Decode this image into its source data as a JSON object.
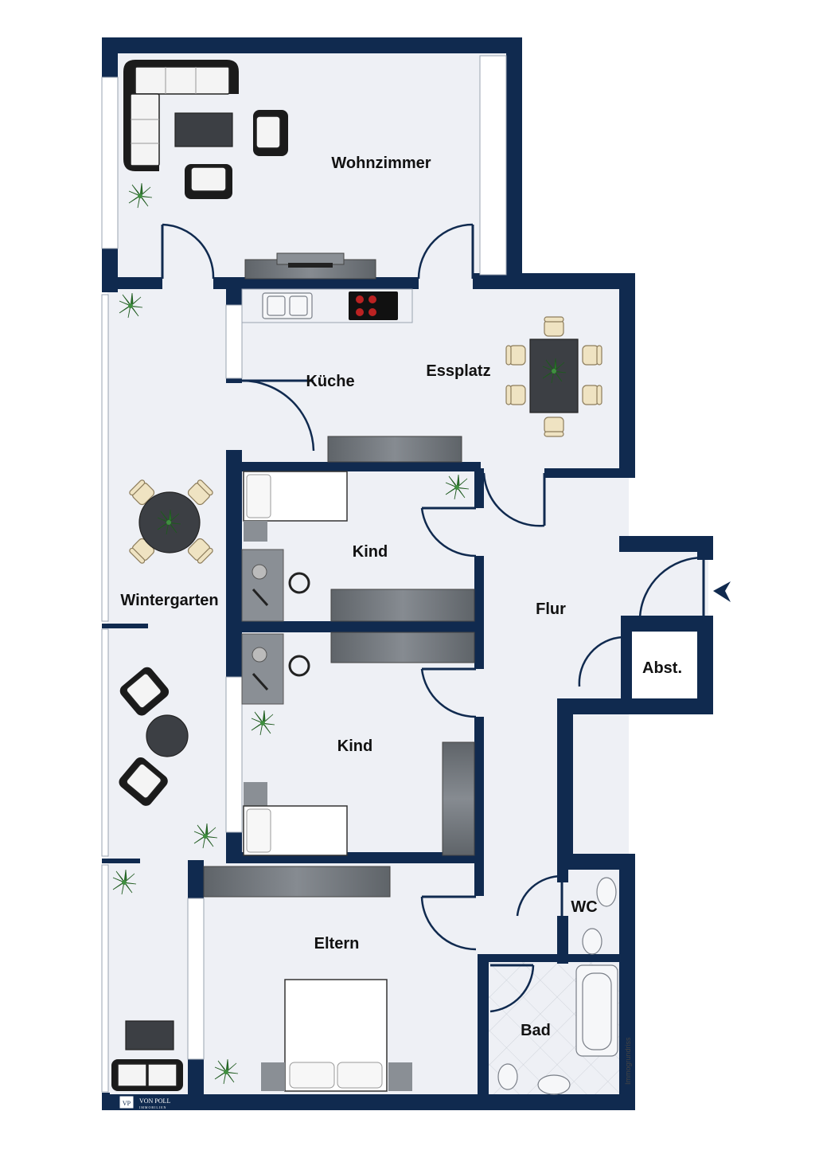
{
  "rooms": {
    "wohnzimmer": "Wohnzimmer",
    "kueche": "Küche",
    "essplatz": "Essplatz",
    "kind_1": "Kind",
    "kind_2": "Kind",
    "wintergarten": "Wintergarten",
    "flur": "Flur",
    "abstellraum": "Abst.",
    "wc": "WC",
    "eltern": "Eltern",
    "bad": "Bad"
  },
  "logo": {
    "monogram": "VP",
    "name": "VON POLL",
    "subtitle": "IMMOBILIEN"
  },
  "credit": "Immogrundriss",
  "colors": {
    "wall": "#102a4f",
    "floor": "#eef0f5",
    "entrance_marker": "#102a4f"
  },
  "icons": {
    "entrance": "entrance-arrow-icon",
    "plant": "plant-icon"
  }
}
